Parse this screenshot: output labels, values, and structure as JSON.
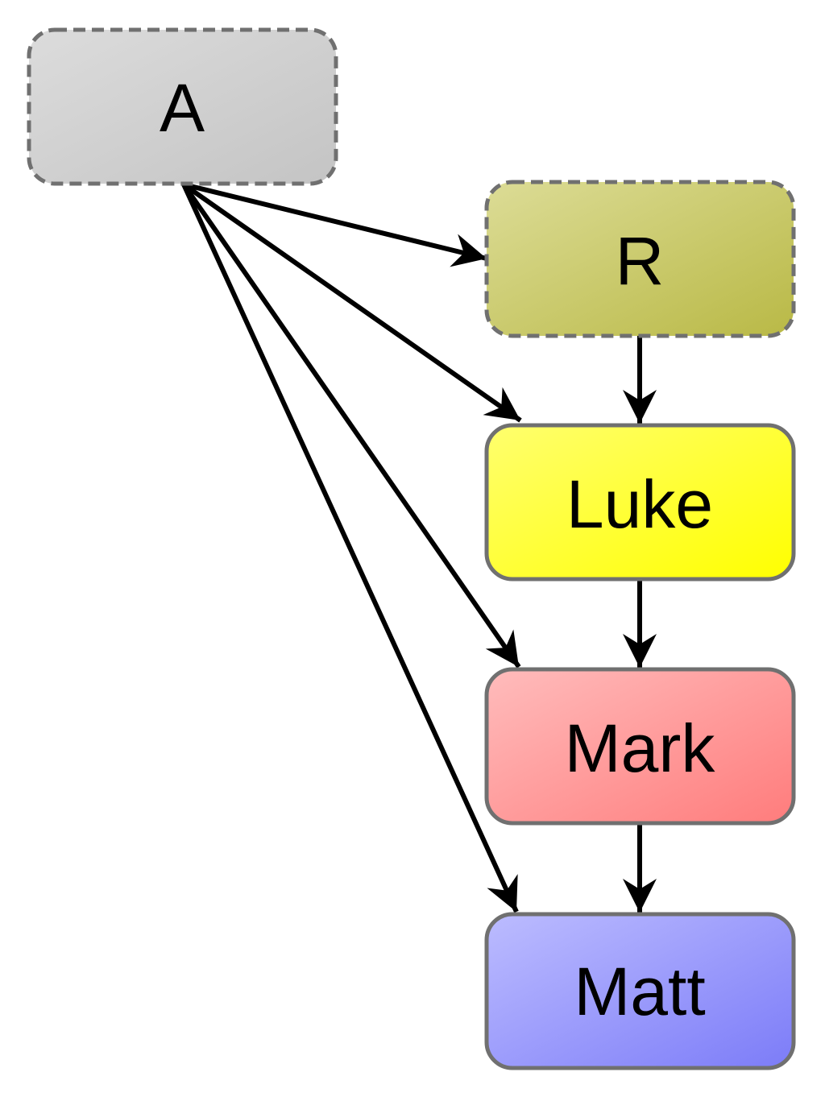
{
  "nodes": [
    {
      "id": "A",
      "label": "A",
      "style": "dashed",
      "colors": [
        "#dcdcdc",
        "#c4c4c4"
      ]
    },
    {
      "id": "R",
      "label": "R",
      "style": "dashed",
      "colors": [
        "#dcdc96",
        "#b9b946"
      ]
    },
    {
      "id": "Luke",
      "label": "Luke",
      "style": "solid",
      "colors": [
        "#ffff6e",
        "#ffff00"
      ]
    },
    {
      "id": "Mark",
      "label": "Mark",
      "style": "solid",
      "colors": [
        "#ffbcbc",
        "#ff7c7c"
      ]
    },
    {
      "id": "Matt",
      "label": "Matt",
      "style": "solid",
      "colors": [
        "#bcbcff",
        "#7c7cf8"
      ]
    }
  ],
  "edges": [
    {
      "from": "A",
      "to": "R"
    },
    {
      "from": "A",
      "to": "Luke"
    },
    {
      "from": "A",
      "to": "Mark"
    },
    {
      "from": "A",
      "to": "Matt"
    },
    {
      "from": "R",
      "to": "Luke"
    },
    {
      "from": "Luke",
      "to": "Mark"
    },
    {
      "from": "Mark",
      "to": "Matt"
    }
  ]
}
